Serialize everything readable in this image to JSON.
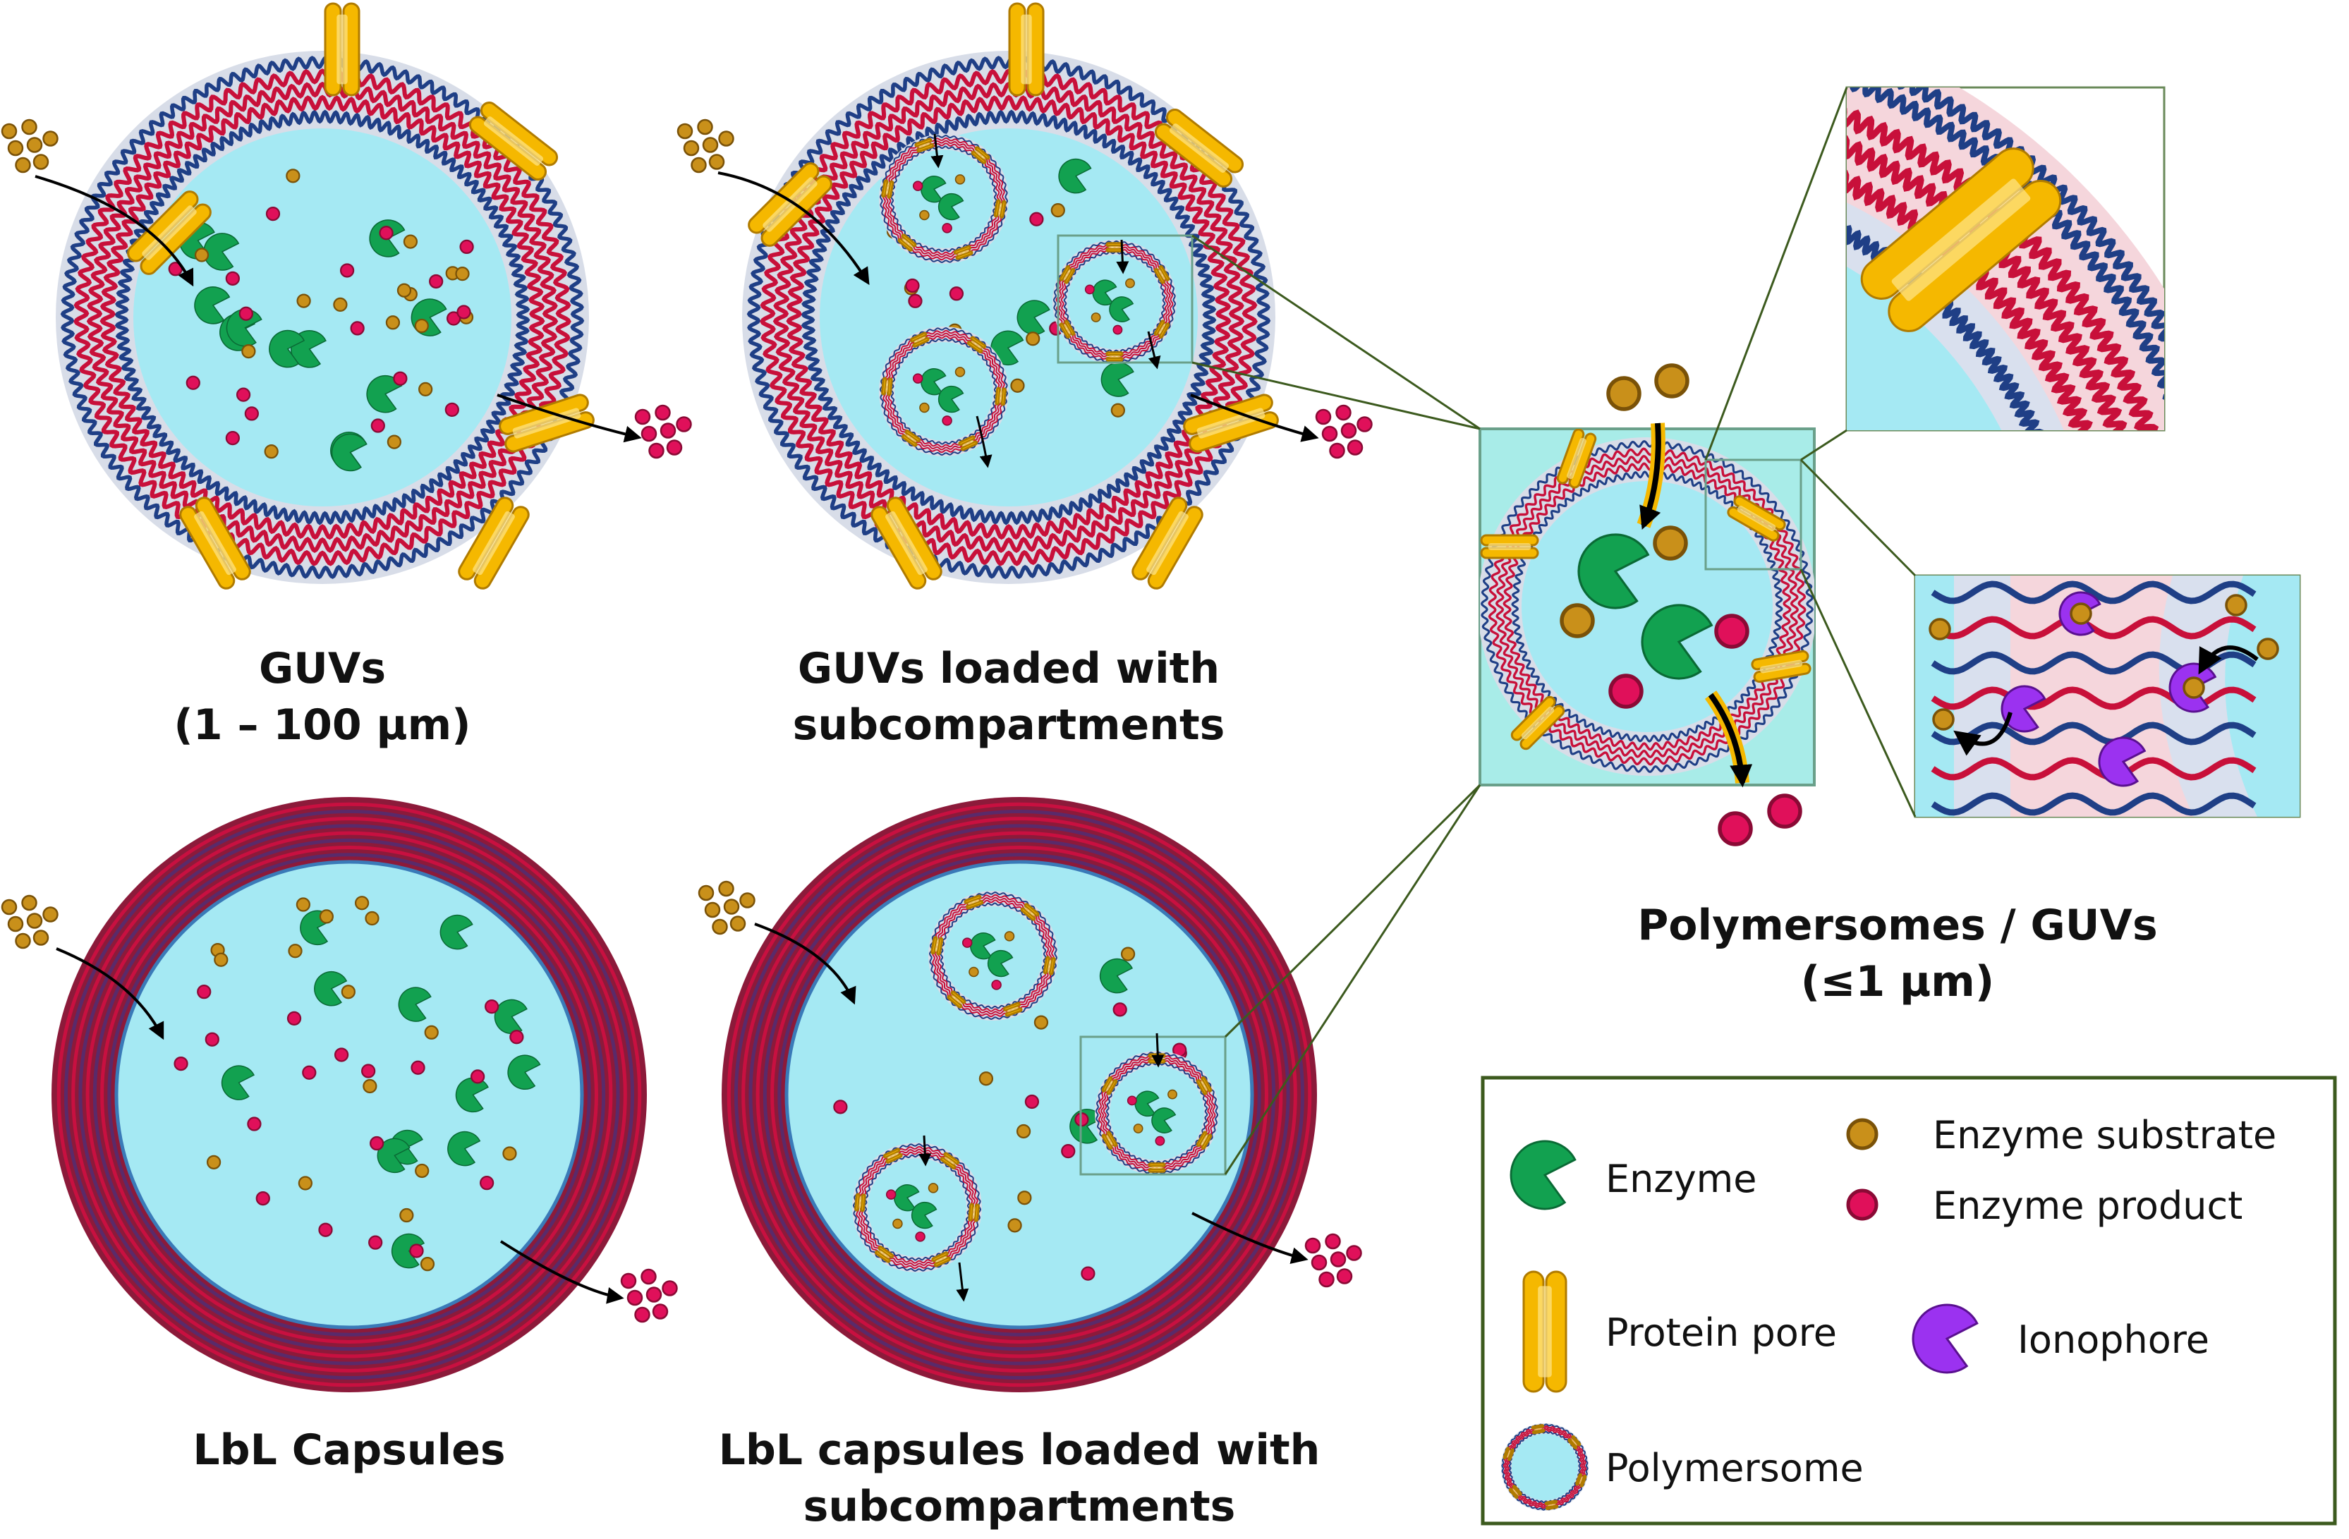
{
  "captions": {
    "guv_line1": "GUVs",
    "guv_line2": "(1 – 100 µm)",
    "guv_sub_line1": "GUVs loaded with",
    "guv_sub_line2": "subcompartments",
    "lbl": "LbL Capsules",
    "lbl_sub_line1": "LbL capsules loaded with",
    "lbl_sub_line2": "subcompartments",
    "poly_line1": "Polymersomes / GUVs",
    "poly_line2": "(≤1 µm)"
  },
  "legend": {
    "enzyme": "Enzyme",
    "substrate": "Enzyme substrate",
    "product": "Enzyme product",
    "pore": "Protein pore",
    "ionophore": "Ionophore",
    "polymersome": "Polymersome"
  },
  "colors": {
    "lumen": "#a5e9f3",
    "membrane_red": "#c8103a",
    "membrane_blue": "#1f3f86",
    "membrane_bg": "#d8dde8",
    "pore": "#f5b800",
    "enzyme": "#12a150",
    "substrate": "#c9901a",
    "product": "#e0105a",
    "ionophore": "#9b32f0",
    "lbl_shell": "#8c1a3a",
    "frame": "#3c5a1e"
  }
}
